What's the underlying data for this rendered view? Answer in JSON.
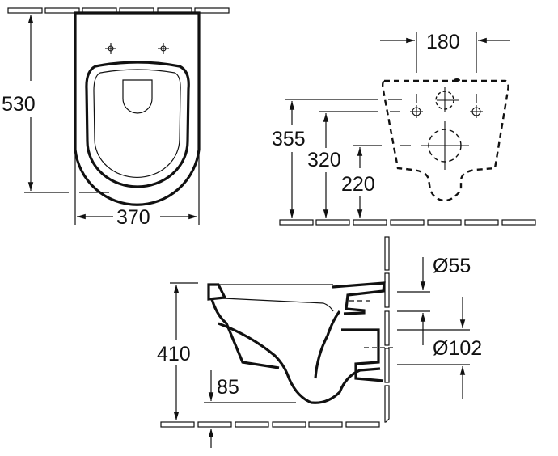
{
  "drawing": {
    "type": "wall-hung toilet dimension drawing",
    "units": "mm",
    "colors": {
      "line": "#111111",
      "background": "#ffffff"
    }
  },
  "top_view": {
    "title": "plan view",
    "dimensions": {
      "depth": "530",
      "width": "370"
    }
  },
  "rear_view": {
    "title": "wall connection view",
    "dimensions": {
      "fixing_spacing": "180",
      "height_upper": "355",
      "height_fixing": "320",
      "height_outlet": "220"
    }
  },
  "side_view": {
    "title": "section view",
    "dimensions": {
      "height": "410",
      "water_level": "85",
      "inlet_diameter": "Ø55",
      "outlet_diameter": "Ø102"
    }
  }
}
